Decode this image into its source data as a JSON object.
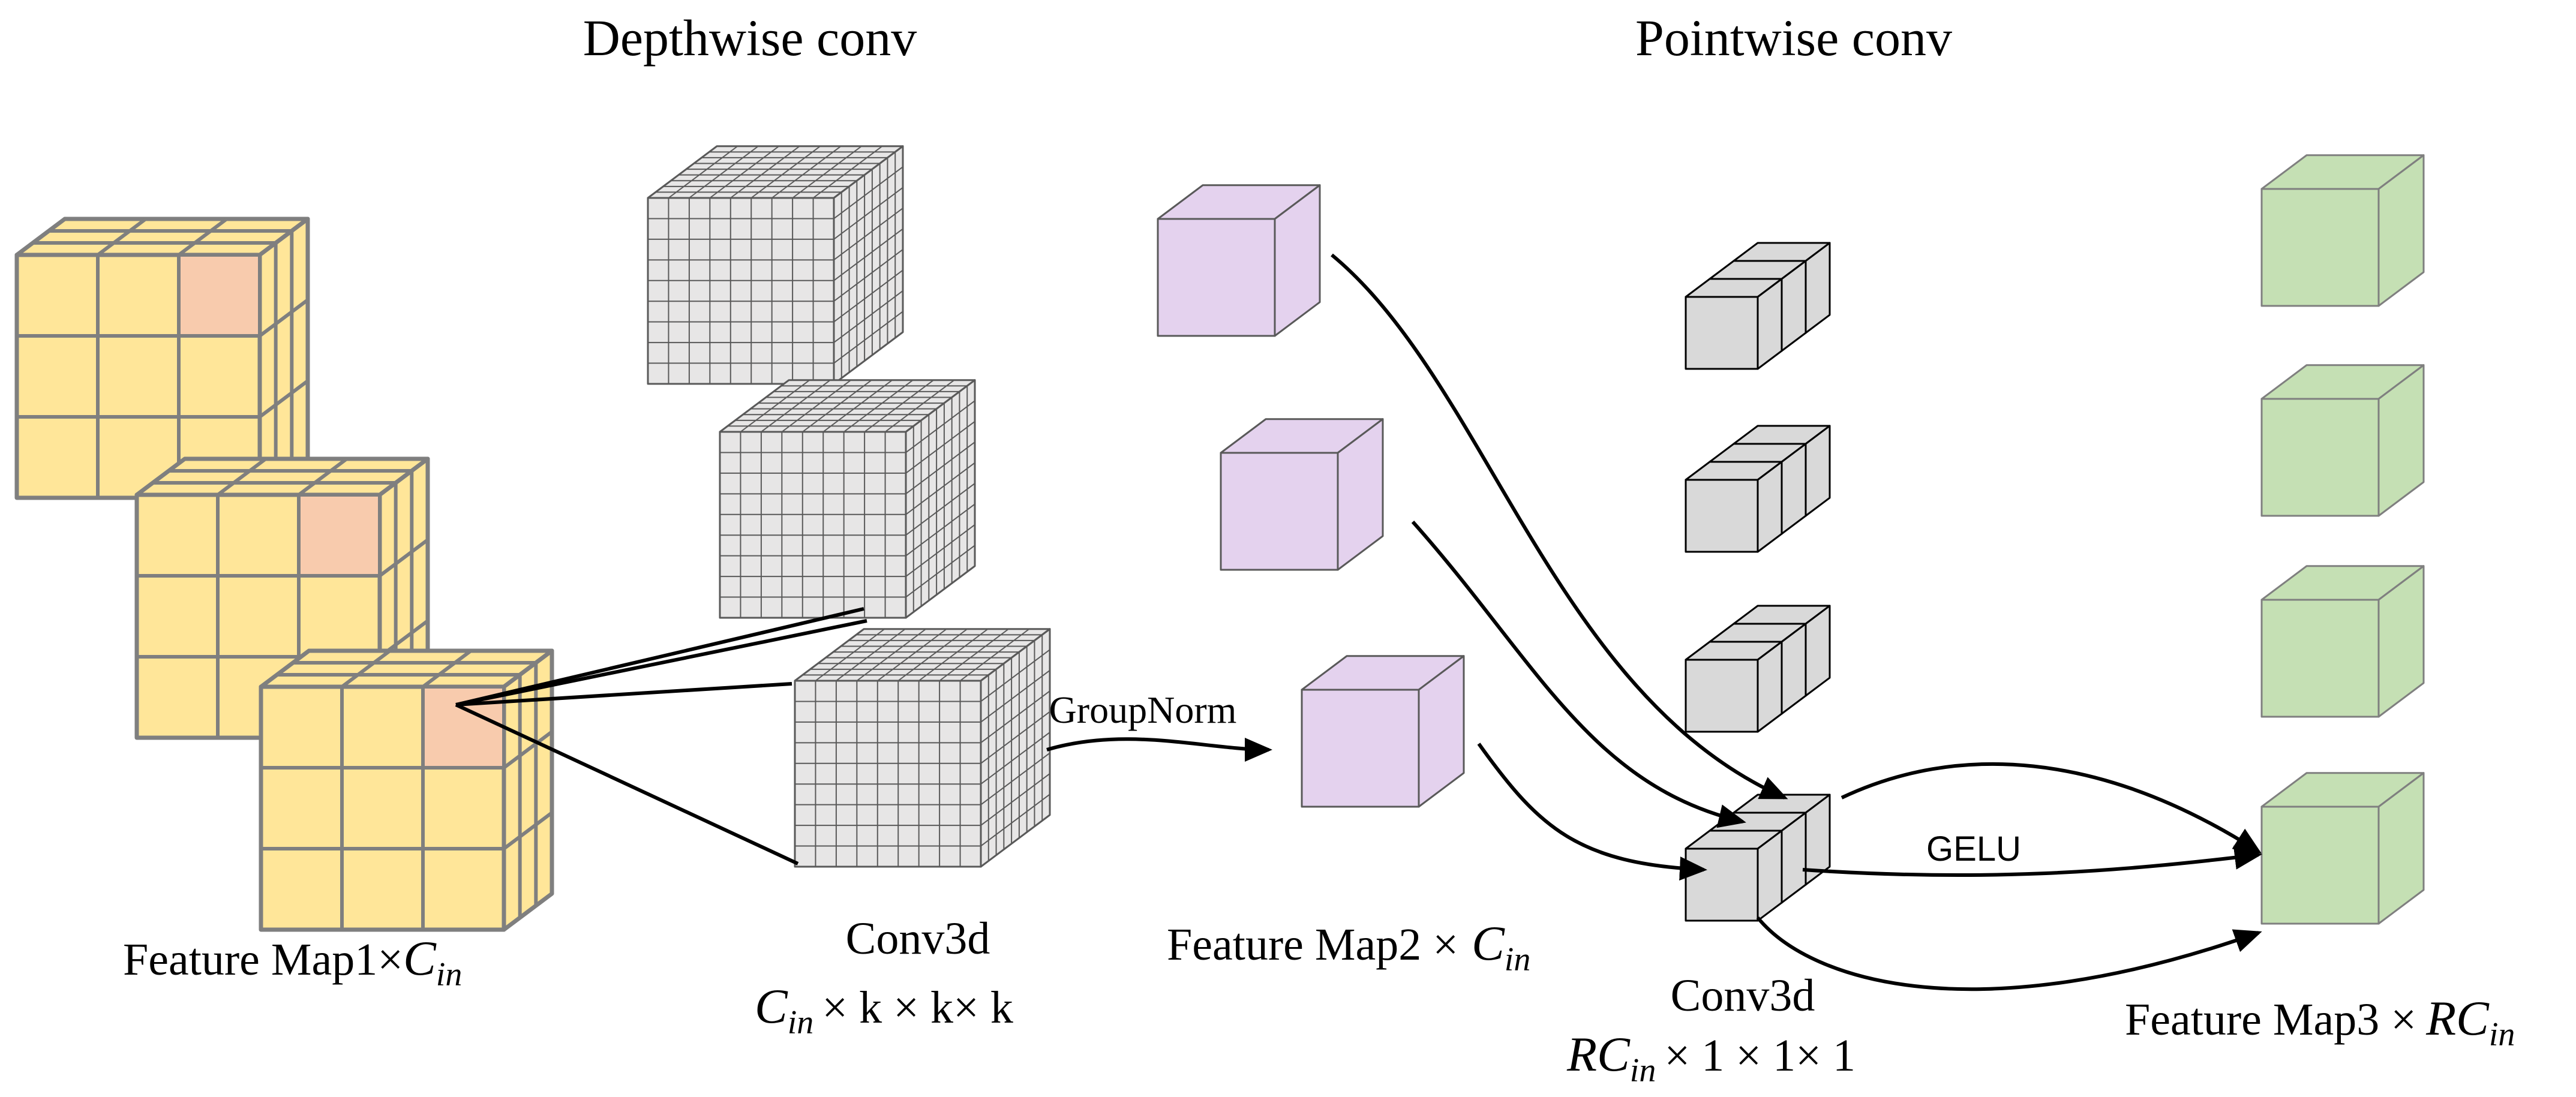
{
  "titles": {
    "depthwise": "Depthwise conv",
    "pointwise": "Pointwise conv"
  },
  "labels": {
    "fm1_main": "Feature Map1×",
    "fm1_var": "C",
    "fm1_sub": "in",
    "conv3d_dw_title": "Conv3d",
    "conv3d_dw_c": "C",
    "conv3d_dw_sub": "in",
    "conv3d_dw_dims": "× k × k× k",
    "groupnorm": "GroupNorm",
    "fm2_main": "Feature Map2 ×",
    "fm2_var": "C",
    "fm2_sub": "in",
    "conv3d_pw_title": "Conv3d",
    "conv3d_pw_rc": "RC",
    "conv3d_pw_sub": "in",
    "conv3d_pw_dims": "× 1 × 1× 1",
    "gelu": "GELU",
    "fm3_main": "Feature Map3 ×",
    "fm3_var": "RC",
    "fm3_sub": "in"
  },
  "colors": {
    "yellow_front": "#FFE699",
    "yellow_top": "#FFE699",
    "yellow_side": "#FFE699",
    "highlight": "#F8CBAD",
    "yellow_edge": "#7F7F7F",
    "grid_face": "#E7E6E6",
    "grid_line": "#595959",
    "purple": "#E4D2EE",
    "purple_edge": "#595959",
    "gray_block": "#D9D9D9",
    "green": "#C5E0B4",
    "green_edge": "#7F7F7F",
    "line": "#000000"
  },
  "icons": {
    "arrowhead": "arrowhead-icon"
  }
}
